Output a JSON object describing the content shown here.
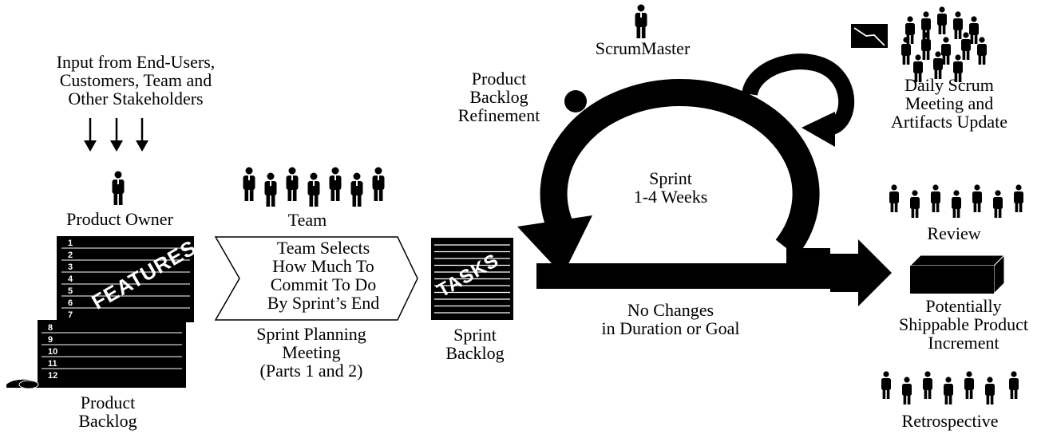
{
  "input": {
    "lines": [
      "Input from End-Users,",
      "Customers, Team and",
      "Other Stakeholders"
    ]
  },
  "product_owner": {
    "label": "Product Owner"
  },
  "product_backlog": {
    "stamp": "FEATURES",
    "items_top": [
      "1",
      "2",
      "3",
      "4",
      "5",
      "6",
      "7"
    ],
    "items_bottom": [
      "8",
      "9",
      "10",
      "11",
      "12"
    ],
    "label_lines": [
      "Product",
      "Backlog"
    ]
  },
  "team": {
    "label": "Team"
  },
  "planning": {
    "arrow_lines": [
      "Team Selects",
      "How Much To",
      "Commit To Do",
      "By Sprint’s End"
    ],
    "label_lines": [
      "Sprint Planning",
      "Meeting",
      "(Parts 1 and 2)"
    ]
  },
  "sprint_backlog": {
    "stamp": "TASKS",
    "label_lines": [
      "Sprint",
      "Backlog"
    ]
  },
  "refinement": {
    "lines": [
      "Product",
      "Backlog",
      "Refinement"
    ]
  },
  "scrum_master": {
    "label": "ScrumMaster"
  },
  "sprint": {
    "lines": [
      "Sprint",
      "1-4 Weeks"
    ]
  },
  "no_changes": {
    "lines": [
      "No Changes",
      "in Duration or Goal"
    ]
  },
  "daily_scrum": {
    "lines": [
      "Daily Scrum",
      "Meeting and",
      "Artifacts Update"
    ]
  },
  "review": {
    "label": "Review"
  },
  "increment": {
    "lines": [
      "Potentially",
      "Shippable Product",
      "Increment"
    ]
  },
  "retrospective": {
    "label": "Retrospective"
  }
}
